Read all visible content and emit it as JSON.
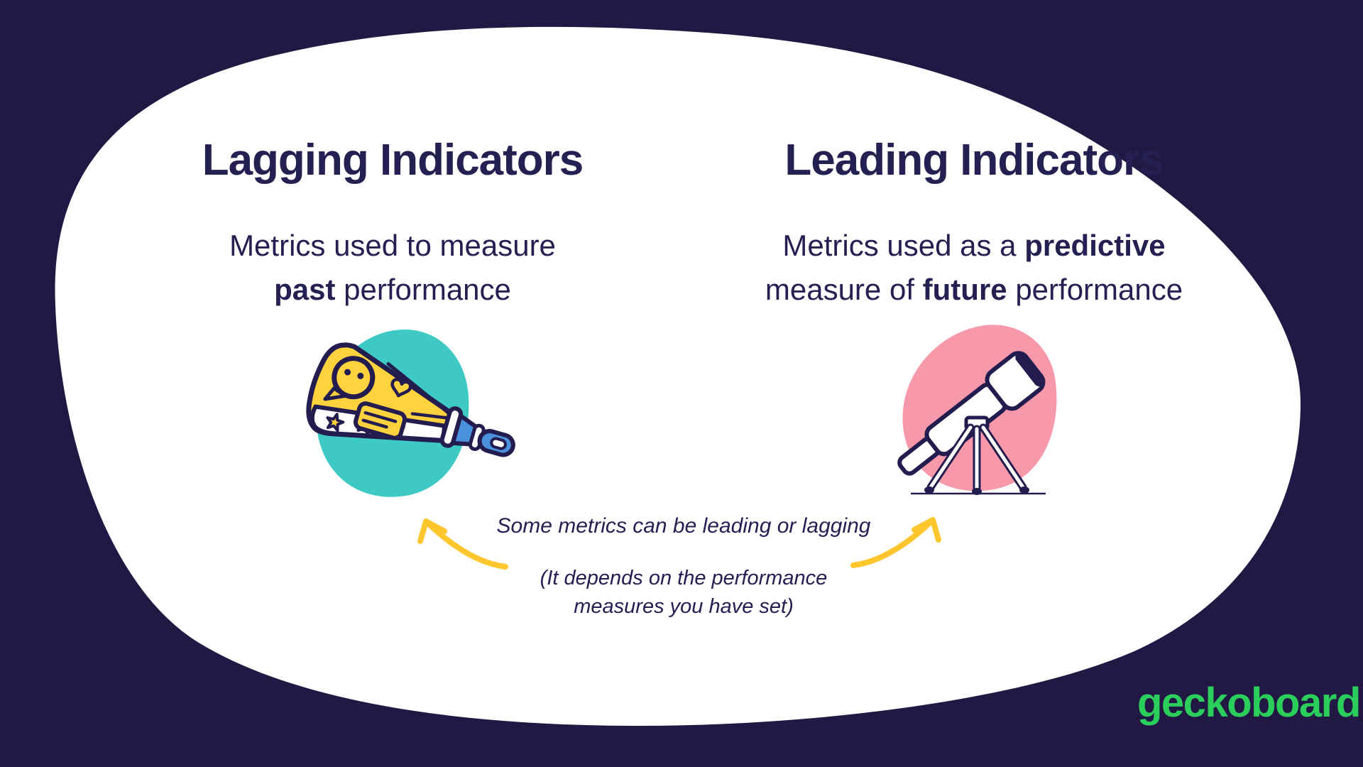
{
  "colors": {
    "background": "#211944",
    "panel": "#FFFFFF",
    "text": "#252052",
    "teal_blob": "#3FC9C4",
    "pink_blob": "#F899AB",
    "megaphone_yellow": "#FFD23E",
    "megaphone_blue": "#4A90DB",
    "outline_navy": "#231C4E",
    "arrow_yellow": "#FFC62E",
    "logo_green": "#2BCE5B"
  },
  "left_column": {
    "title": "Lagging Indicators",
    "subtitle_line1": "Metrics used to measure",
    "subtitle_line2_bold": "past",
    "subtitle_line2_rest": "performance",
    "illustration": "megaphone-icon"
  },
  "right_column": {
    "title": "Leading Indicators",
    "subtitle_line1_pre": "Metrics used as a",
    "subtitle_line1_bold": "predictive",
    "subtitle_line2_pre": "measure of",
    "subtitle_line2_bold": "future",
    "subtitle_line2_rest": "performance",
    "illustration": "telescope-icon"
  },
  "center_note": {
    "line1": "Some metrics can be leading or lagging",
    "line2": "(It depends on the performance",
    "line3": "measures you have set)"
  },
  "logo": {
    "text": "geckoboard"
  }
}
